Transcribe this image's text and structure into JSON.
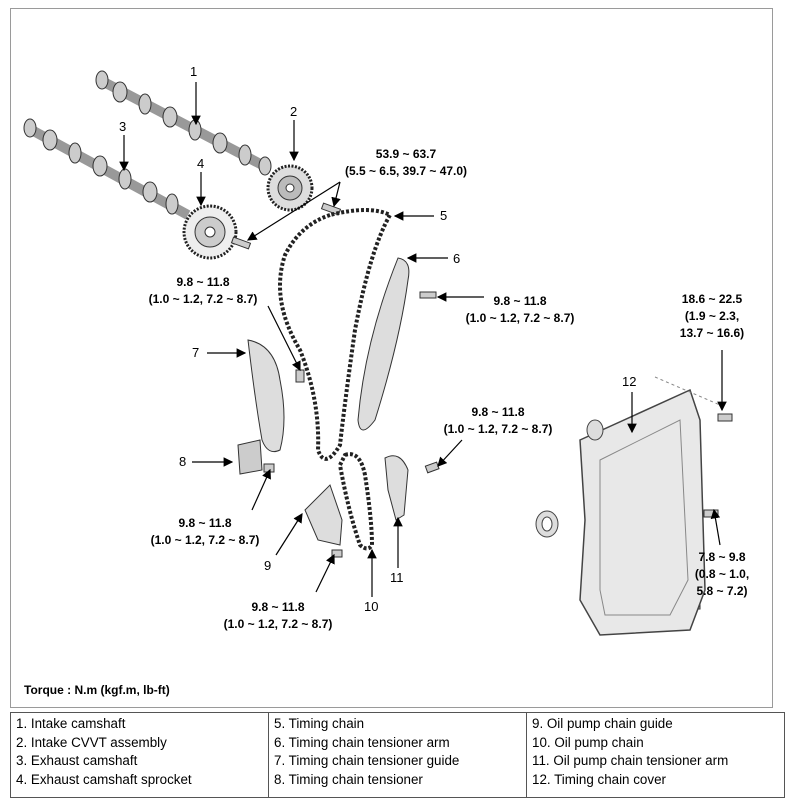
{
  "callouts": [
    "1",
    "2",
    "3",
    "4",
    "5",
    "6",
    "7",
    "8",
    "9",
    "10",
    "11",
    "12"
  ],
  "torque_specs": {
    "t1": [
      "53.9 ~ 63.7",
      "(5.5 ~ 6.5, 39.7 ~ 47.0)"
    ],
    "t2": [
      "9.8 ~ 11.8",
      "(1.0 ~ 1.2, 7.2 ~ 8.7)"
    ],
    "t3": [
      "9.8 ~ 11.8",
      "(1.0 ~ 1.2, 7.2 ~ 8.7)"
    ],
    "t4": [
      "18.6 ~ 22.5",
      "(1.9 ~ 2.3,",
      "13.7 ~ 16.6)"
    ],
    "t5": [
      "9.8 ~ 11.8",
      "(1.0 ~ 1.2, 7.2 ~ 8.7)"
    ],
    "t6": [
      "9.8 ~ 11.8",
      "(1.0 ~ 1.2, 7.2 ~ 8.7)"
    ],
    "t7": [
      "7.8 ~ 9.8",
      "(0.8 ~ 1.0,",
      "5.8 ~ 7.2)"
    ],
    "t8": [
      "9.8 ~ 11.8",
      "(1.0 ~ 1.2, 7.2 ~ 8.7)"
    ]
  },
  "torque_note": "Torque : N.m (kgf.m, lb-ft)",
  "legend": [
    [
      "1. Intake camshaft",
      "2. Intake CVVT assembly",
      "3. Exhaust camshaft",
      "4. Exhaust camshaft sprocket"
    ],
    [
      "5. Timing chain",
      "6. Timing chain tensioner arm",
      "7. Timing chain tensioner guide",
      "8. Timing chain tensioner"
    ],
    [
      "9. Oil pump chain guide",
      "10. Oil pump chain",
      "11. Oil pump chain tensioner arm",
      "12. Timing chain cover"
    ]
  ]
}
